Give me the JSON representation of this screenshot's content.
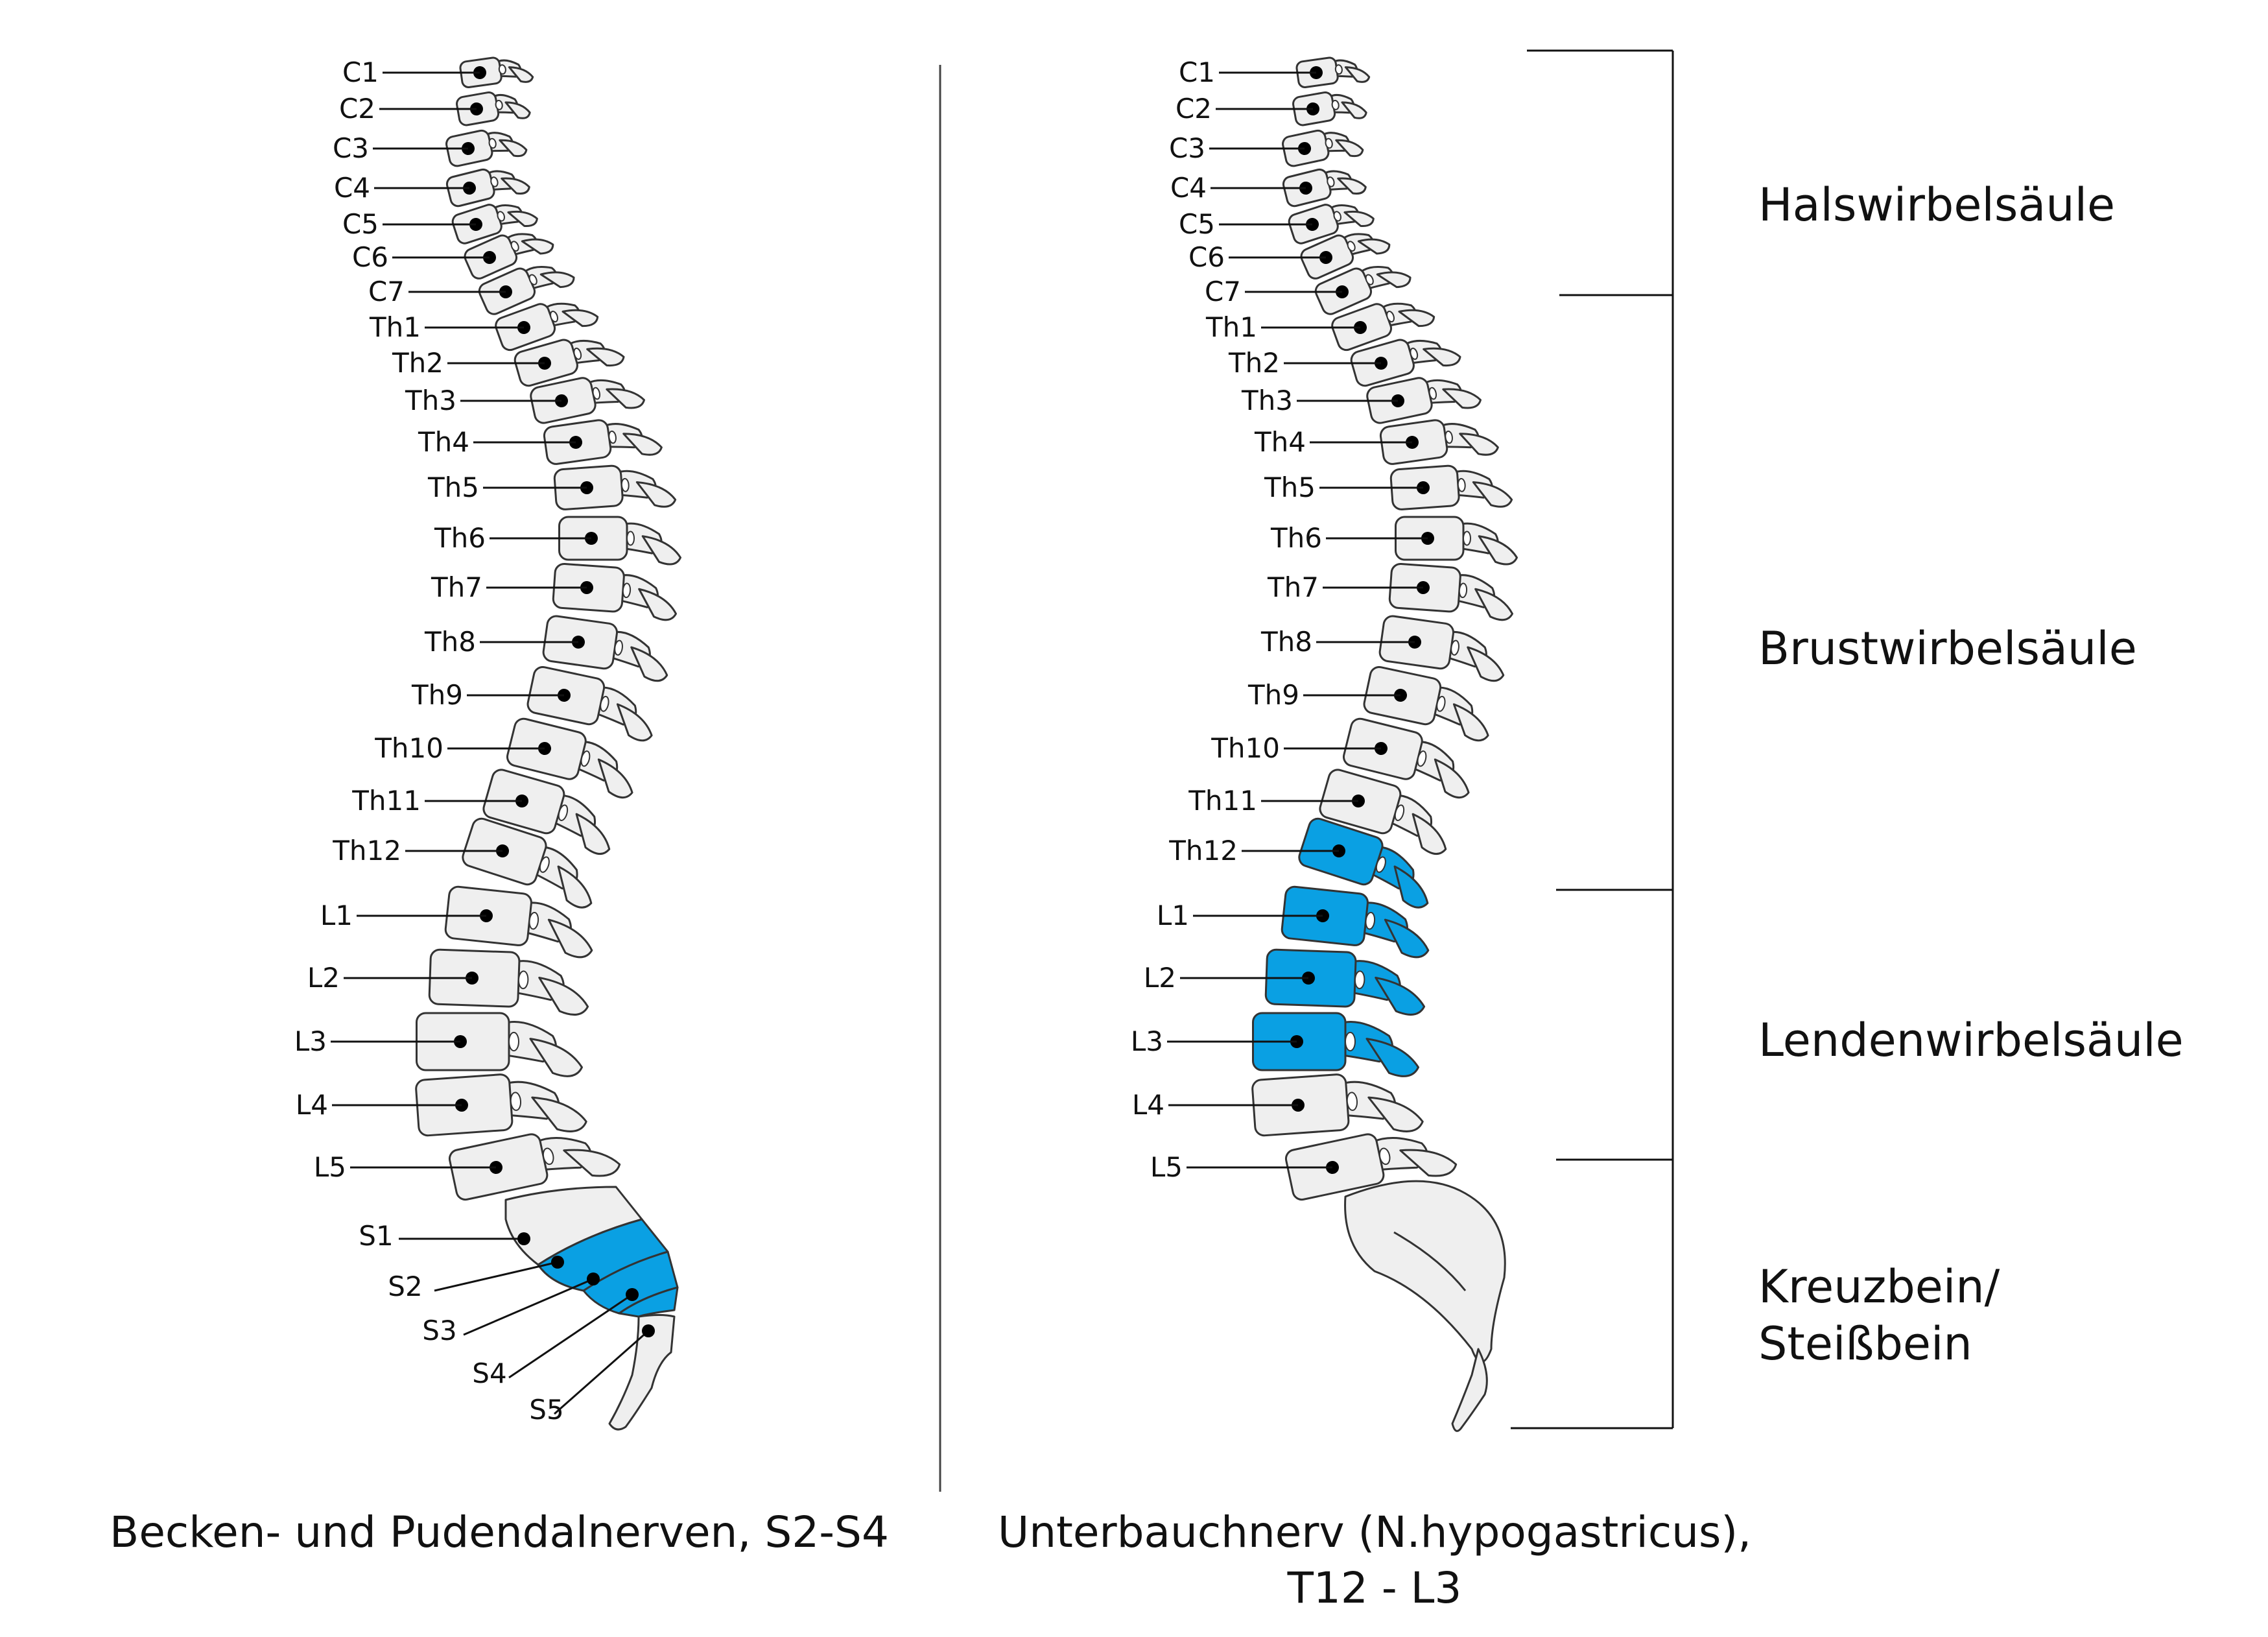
{
  "colors": {
    "highlight": "#0aa0e3",
    "bone": "#efefef",
    "outline": "#333333",
    "text": "#111111"
  },
  "vertebra_labels": [
    "C1",
    "C2",
    "C3",
    "C4",
    "C5",
    "C6",
    "C7",
    "Th1",
    "Th2",
    "Th3",
    "Th4",
    "Th5",
    "Th6",
    "Th7",
    "Th8",
    "Th9",
    "Th10",
    "Th11",
    "Th12",
    "L1",
    "L2",
    "L3",
    "L4",
    "L5"
  ],
  "sacral_labels": [
    "S1",
    "S2",
    "S3",
    "S4",
    "S5"
  ],
  "left": {
    "caption": "Becken- und Pudendalnerven, S2-S4",
    "highlighted": [
      "S2",
      "S3",
      "S4"
    ]
  },
  "right": {
    "caption_line1": "Unterbauchnerv (N.hypogastricus),",
    "caption_line2": "T12 - L3",
    "highlighted": [
      "Th12",
      "L1",
      "L2",
      "L3"
    ]
  },
  "regions": [
    {
      "name": "Halswirbelsäule"
    },
    {
      "name": "Brustwirbelsäule"
    },
    {
      "name": "Lendenwirbelsäule"
    },
    {
      "name": "Kreuzbein/\nSteißbein"
    }
  ]
}
